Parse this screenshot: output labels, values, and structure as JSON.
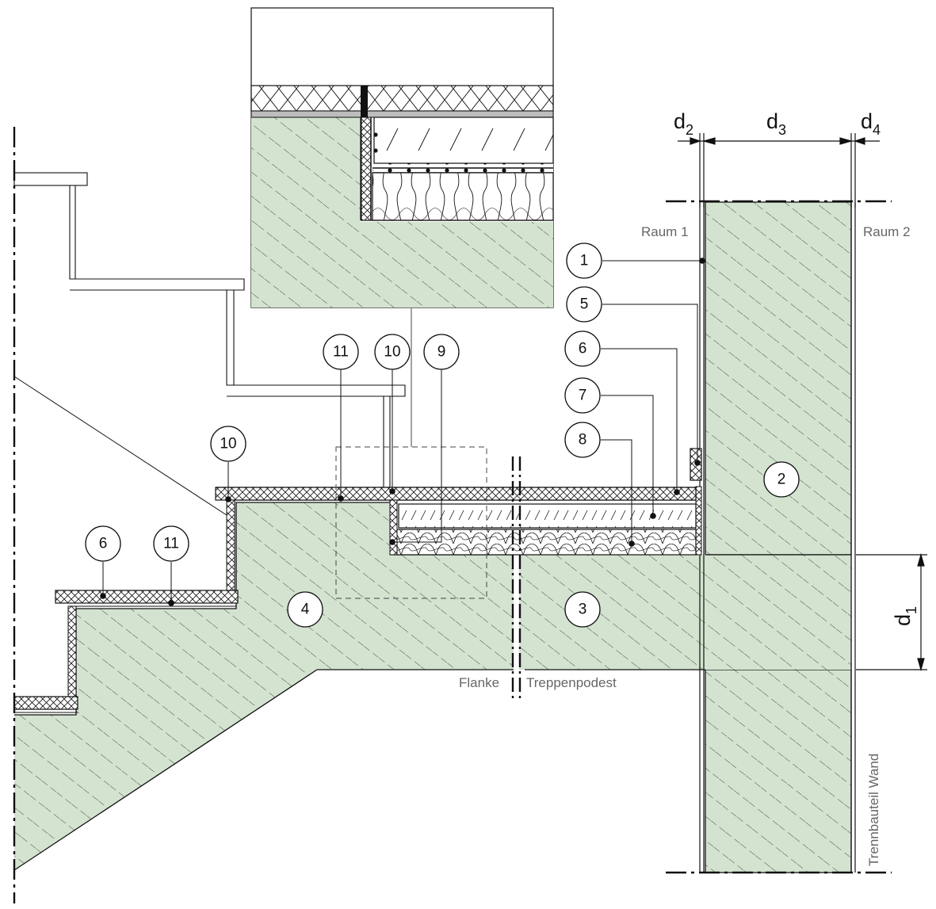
{
  "colors": {
    "concrete_fill": "#d3e3d0",
    "hatch_line": "#2f3a2f",
    "line": "#111111",
    "label_gray": "#666666",
    "membrane_gray": "#bdbdbd"
  },
  "labels": {
    "raum1": "Raum 1",
    "raum2": "Raum 2",
    "flanke": "Flanke",
    "treppenpodest": "Treppenpodest",
    "trennbauteil": "Trennbauteil Wand"
  },
  "dimensions": {
    "d1": {
      "main": "d",
      "sub": "1"
    },
    "d2": {
      "main": "d",
      "sub": "2"
    },
    "d3": {
      "main": "d",
      "sub": "3"
    },
    "d4": {
      "main": "d",
      "sub": "4"
    }
  },
  "callouts": [
    {
      "id": "c1",
      "text": "1"
    },
    {
      "id": "c2",
      "text": "2"
    },
    {
      "id": "c3",
      "text": "3"
    },
    {
      "id": "c4",
      "text": "4"
    },
    {
      "id": "c5",
      "text": "5"
    },
    {
      "id": "c6a",
      "text": "6"
    },
    {
      "id": "c6b",
      "text": "6"
    },
    {
      "id": "c7",
      "text": "7"
    },
    {
      "id": "c8",
      "text": "8"
    },
    {
      "id": "c9",
      "text": "9"
    },
    {
      "id": "c10a",
      "text": "10"
    },
    {
      "id": "c10b",
      "text": "10"
    },
    {
      "id": "c11a",
      "text": "11"
    },
    {
      "id": "c11b",
      "text": "11"
    }
  ]
}
